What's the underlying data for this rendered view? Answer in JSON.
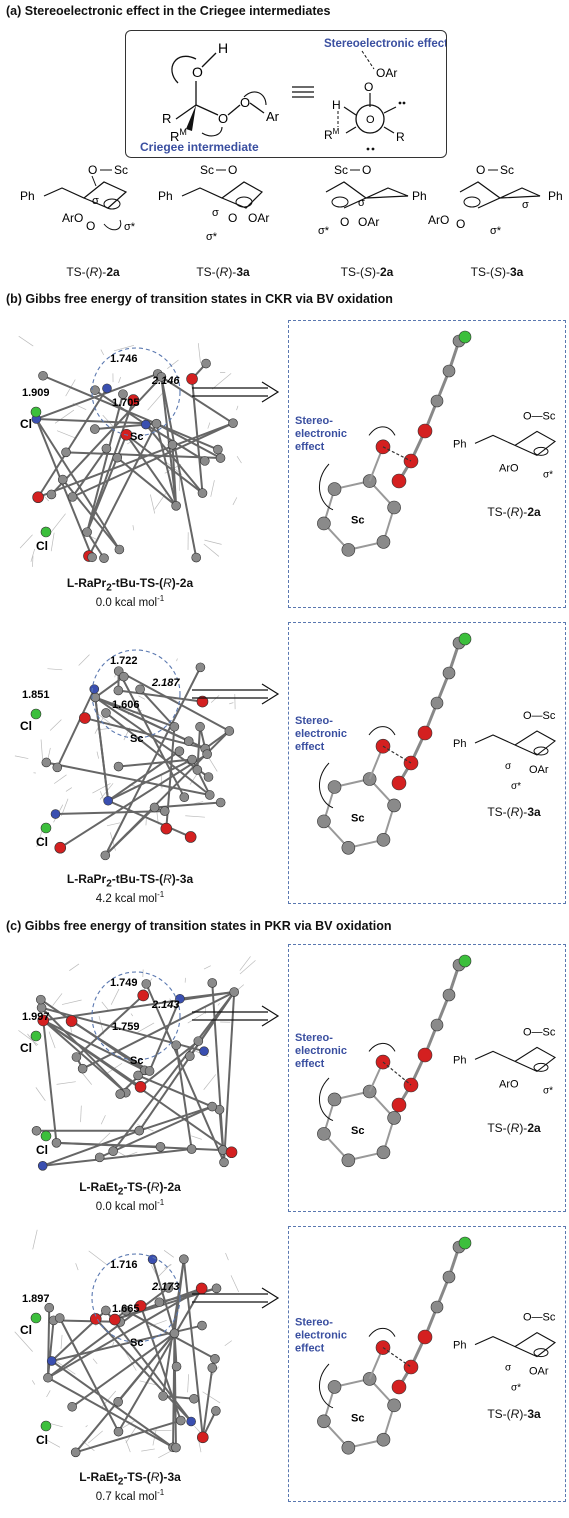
{
  "sections": {
    "a": {
      "title": "(a) Stereoelectronic effect in the Criegee intermediates"
    },
    "b": {
      "title": "(b) Gibbs free energy of transition states in CKR via BV oxidation"
    },
    "c": {
      "title": "(c) Gibbs free energy of transition states in PKR via BV oxidation"
    }
  },
  "criegee": {
    "label": "Criegee intermediate",
    "effect_label": "Stereoelectronic effect",
    "atoms": {
      "O": "O",
      "H": "H",
      "R": "R",
      "RM": "R",
      "M": "M",
      "Ar": "Ar",
      "OAr": "OAr"
    }
  },
  "chairs": [
    {
      "label_pre": "TS-(",
      "label_config": "R",
      "label_post": ")-",
      "label_bold": "2a"
    },
    {
      "label_pre": "TS-(",
      "label_config": "R",
      "label_post": ")-",
      "label_bold": "3a"
    },
    {
      "label_pre": "TS-(",
      "label_config": "S",
      "label_post": ")-",
      "label_bold": "2a"
    },
    {
      "label_pre": "TS-(",
      "label_config": "S",
      "label_post": ")-",
      "label_bold": "3a"
    }
  ],
  "chair_atoms": {
    "Sc": "Sc",
    "O": "O",
    "Ph": "Ph",
    "ArO": "ArO",
    "OAr": "OAr",
    "sigma": "σ",
    "sigma_star": "σ*"
  },
  "panels": [
    {
      "name_pre": "L-RaPr",
      "name_sub": "2",
      "name_post": "-tBu-TS-(",
      "cfg": "R",
      "tail": ")-",
      "ts": "2a",
      "energy": "0.0 kcal mol",
      "energy_sup": "-1",
      "distances": [
        "1.746",
        "2.146",
        "1.705",
        "1.909"
      ],
      "inset_label": "Stereo-\nelectronic\neffect",
      "sc": "Sc",
      "ts_label_pre": "TS-(",
      "ts_label_cfg": "R",
      "ts_label_post": ")-",
      "ts_label_bold": "2a"
    },
    {
      "name_pre": "L-RaPr",
      "name_sub": "2",
      "name_post": "-tBu-TS-(",
      "cfg": "R",
      "tail": ")-",
      "ts": "3a",
      "energy": "4.2 kcal mol",
      "energy_sup": "-1",
      "distances": [
        "1.722",
        "2.187",
        "1.606",
        "1.851"
      ],
      "inset_label": "Stereo-\nelectronic\neffect",
      "sc": "Sc",
      "ts_label_pre": "TS-(",
      "ts_label_cfg": "R",
      "ts_label_post": ")-",
      "ts_label_bold": "3a"
    },
    {
      "name_pre": "L-RaEt",
      "name_sub": "2",
      "name_post": "-TS-(",
      "cfg": "R",
      "tail": ")-",
      "ts": "2a",
      "energy": "0.0 kcal mol",
      "energy_sup": "-1",
      "distances": [
        "1.749",
        "2.143",
        "1.759",
        "1.997"
      ],
      "inset_label": "Stereo-\nelectronic\neffect",
      "sc": "Sc",
      "ts_label_pre": "TS-(",
      "ts_label_cfg": "R",
      "ts_label_post": ")-",
      "ts_label_bold": "2a"
    },
    {
      "name_pre": "L-RaEt",
      "name_sub": "2",
      "name_post": "-TS-(",
      "cfg": "R",
      "tail": ")-",
      "ts": "3a",
      "energy": "0.7 kcal mol",
      "energy_sup": "-1",
      "distances": [
        "1.716",
        "2.173",
        "1.665",
        "1.897"
      ],
      "inset_label": "Stereo-\nelectronic\neffect",
      "sc": "Sc",
      "ts_label_pre": "TS-(",
      "ts_label_cfg": "R",
      "ts_label_post": ")-",
      "ts_label_bold": "3a"
    }
  ],
  "cl": "Cl",
  "colors": {
    "oxygen": "#d42020",
    "carbon": "#8a8a8a",
    "chlorine": "#3cbf3c",
    "nitrogen": "#3a4fb0",
    "frame": "#5a78b0",
    "label_blue": "#3a4fa0"
  }
}
